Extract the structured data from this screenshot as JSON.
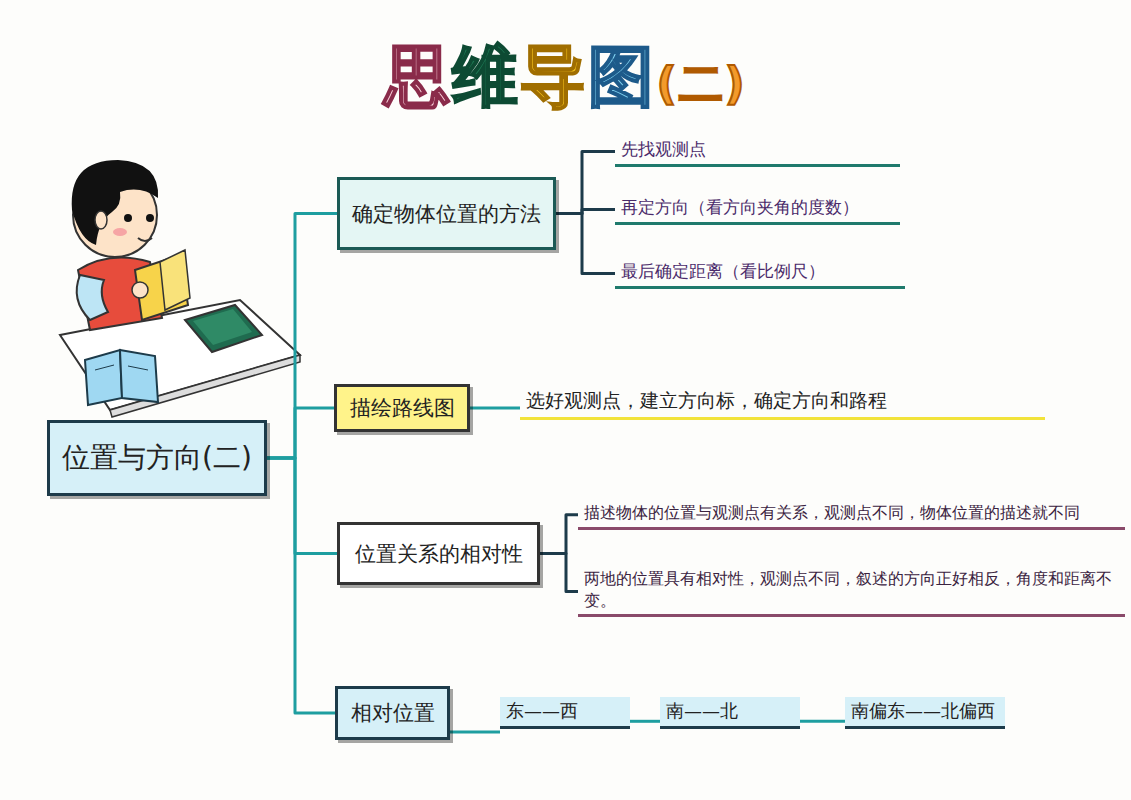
{
  "diagram": {
    "title": "思维导图(二)",
    "nodes": [
      {
        "text": [
          "位置与方向(二)"
        ]
      },
      {
        "text": [
          "确定物体位置的方法"
        ]
      },
      {
        "text": [
          "先找观测点"
        ]
      },
      {
        "text": [
          "再定方向（看方向夹角的度数）"
        ]
      },
      {
        "text": [
          "最后确定距离（看比例尺）"
        ]
      },
      {
        "text": [
          "描绘路线图"
        ]
      },
      {
        "text": [
          "选好观测点，建立方向标，确定方向和路程"
        ]
      },
      {
        "text": [
          "位置关系的相对性"
        ]
      },
      {
        "text": [
          "描述物体的位置与观测点有关系，观测点不同，物体位置的描述就不同"
        ]
      },
      {
        "text": [
          "两地的位置具有相对性，观测点不同，叙述的方向正好相反，角度和距离不变。"
        ]
      },
      {
        "text": [
          "相对位置"
        ]
      },
      {
        "text": [
          "东——西"
        ]
      },
      {
        "text": [
          "南——北"
        ]
      },
      {
        "text": [
          "南偏东——北偏西"
        ]
      }
    ],
    "edges": [
      {
        "from": 0,
        "to": 1,
        "arrow": "none"
      },
      {
        "from": 0,
        "to": 5,
        "arrow": "none"
      },
      {
        "from": 0,
        "to": 7,
        "arrow": "none"
      },
      {
        "from": 0,
        "to": 10,
        "arrow": "none"
      },
      {
        "from": 1,
        "to": 2,
        "arrow": "none"
      },
      {
        "from": 1,
        "to": 3,
        "arrow": "none"
      },
      {
        "from": 1,
        "to": 4,
        "arrow": "none"
      },
      {
        "from": 5,
        "to": 6,
        "arrow": "none"
      },
      {
        "from": 7,
        "to": 8,
        "arrow": "none"
      },
      {
        "from": 7,
        "to": 9,
        "arrow": "none"
      },
      {
        "from": 10,
        "to": 11,
        "arrow": "none"
      },
      {
        "from": 11,
        "to": 12,
        "arrow": "none"
      },
      {
        "from": 12,
        "to": 13,
        "arrow": "none"
      }
    ]
  }
}
